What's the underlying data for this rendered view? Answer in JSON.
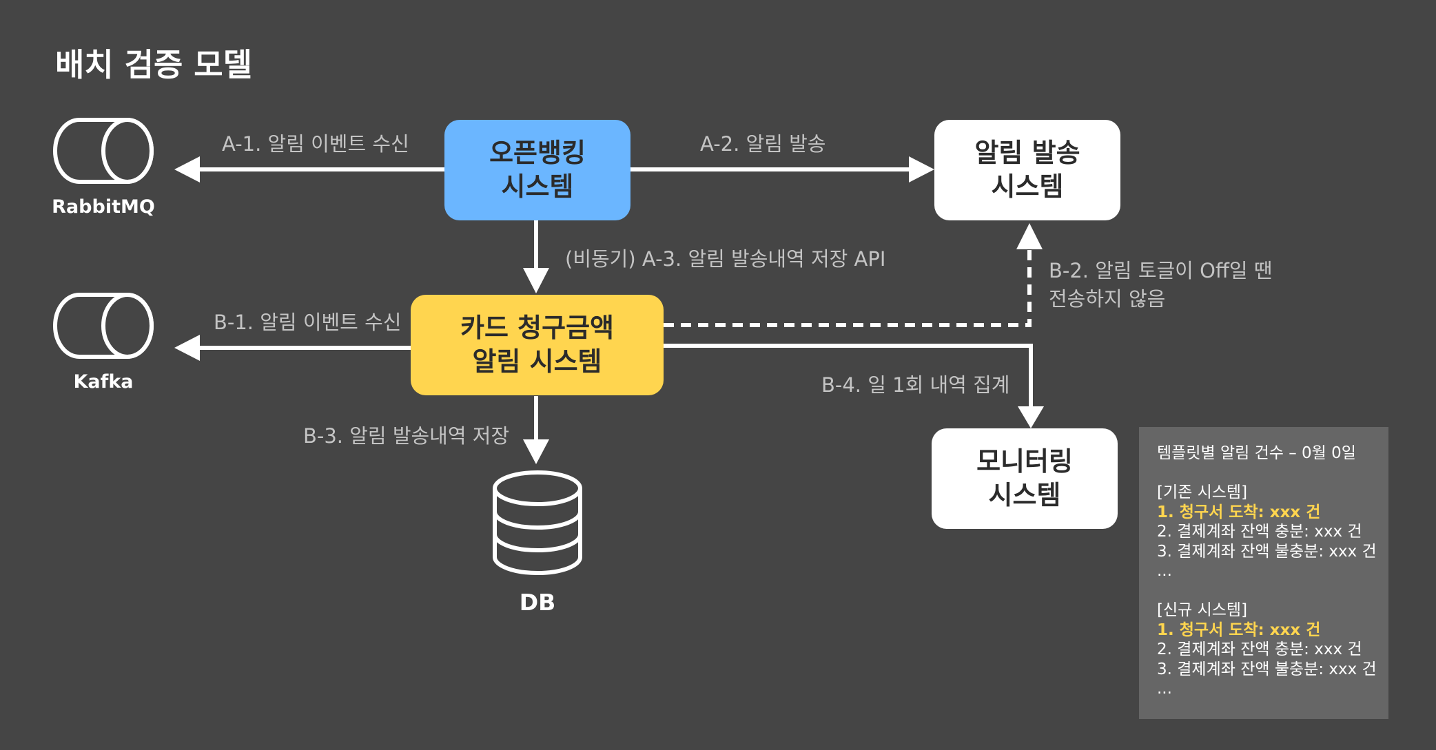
{
  "title": "배치 검증 모델",
  "nodes": {
    "open_banking": {
      "label": "오픈뱅킹\n시스템",
      "color": "#6bb6ff"
    },
    "notify_send": {
      "label": "알림 발송\n시스템",
      "color": "#ffffff"
    },
    "card_billing": {
      "label": "카드 청구금액\n알림 시스템",
      "color": "#ffd54f"
    },
    "monitoring": {
      "label": "모니터링\n시스템",
      "color": "#ffffff"
    },
    "rabbitmq": {
      "label": "RabbitMQ",
      "icon": "queue-cylinder-icon"
    },
    "kafka": {
      "label": "Kafka",
      "icon": "queue-cylinder-icon"
    },
    "db": {
      "label": "DB",
      "icon": "database-icon"
    }
  },
  "edges": {
    "a1": "A-1. 알림 이벤트 수신",
    "a2": "A-2. 알림 발송",
    "a3": "(비동기) A-3. 알림 발송내역 저장 API",
    "b1": "B-1. 알림 이벤트 수신",
    "b2": "B-2. 알림 토글이 Off일 땐\n전송하지 않음",
    "b3": "B-3. 알림 발송내역 저장",
    "b4": "B-4. 일 1회 내역 집계"
  },
  "report": {
    "lines": [
      {
        "text": "템플릿별 알림 건수 – 0월 0일",
        "highlight": false
      },
      {
        "text": "",
        "highlight": false
      },
      {
        "text": "[기존 시스템]",
        "highlight": false
      },
      {
        "text": "1. 청구서 도착: xxx 건",
        "highlight": true
      },
      {
        "text": "2. 결제계좌 잔액 충분: xxx 건",
        "highlight": false
      },
      {
        "text": "3. 결제계좌 잔액 불충분: xxx 건",
        "highlight": false
      },
      {
        "text": "...",
        "highlight": false
      },
      {
        "text": "",
        "highlight": false
      },
      {
        "text": "[신규 시스템]",
        "highlight": false
      },
      {
        "text": "1. 청구서 도착: xxx 건",
        "highlight": true
      },
      {
        "text": "2. 결제계좌 잔액 충분: xxx 건",
        "highlight": false
      },
      {
        "text": "3. 결제계좌 잔액 불충분: xxx 건",
        "highlight": false
      },
      {
        "text": "...",
        "highlight": false
      }
    ]
  },
  "colors": {
    "background": "#454545",
    "line": "#ffffff",
    "note_bg": "#666666",
    "highlight_text": "#ffd54f",
    "label_text": "#c4c4c4"
  }
}
